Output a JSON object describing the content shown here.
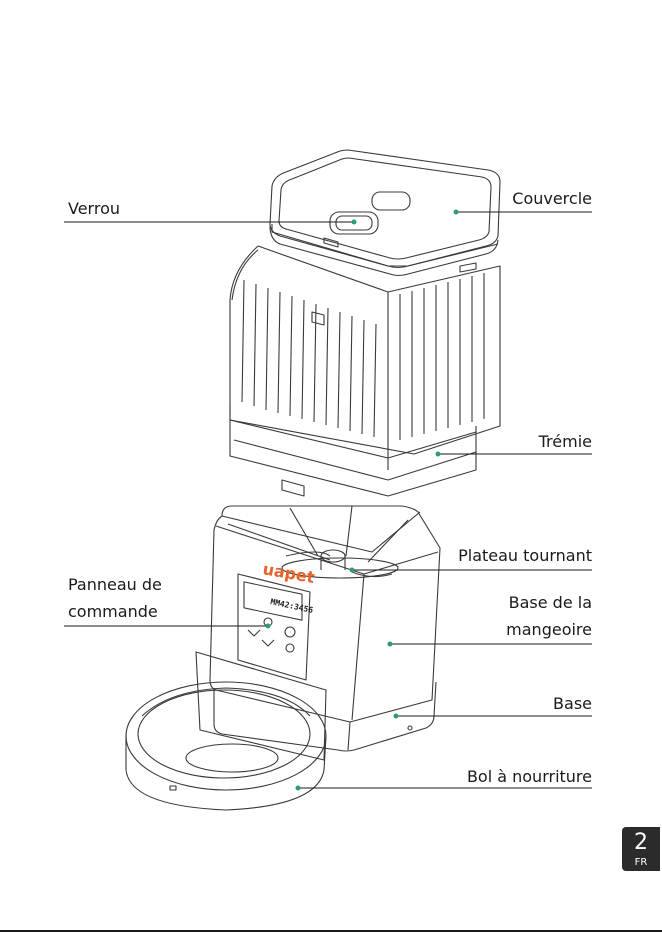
{
  "labels": {
    "verrou": "Verrou",
    "couvercle": "Couvercle",
    "tremie": "Trémie",
    "plateau_tournant": "Plateau tournant",
    "panneau_line1": "Panneau de",
    "panneau_line2": "commande",
    "base_mangeoire_line1": "Base de la",
    "base_mangeoire_line2": "mangeoire",
    "base": "Base",
    "bol": "Bol à nourriture"
  },
  "brand": "uapet",
  "display_text": "MM42:3456",
  "page": {
    "number": "2",
    "lang": "FR"
  },
  "colors": {
    "leader": "#1a1a1a",
    "dot": "#2e9e6b",
    "brand": "#e8622c",
    "line": "#3a3a3a"
  }
}
